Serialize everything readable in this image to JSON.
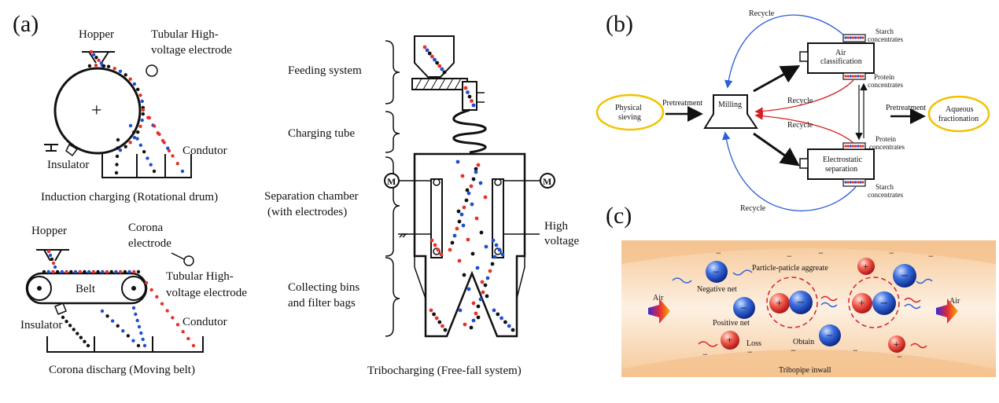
{
  "panel_a": {
    "letter": "(a)",
    "drum": {
      "hopper": "Hopper",
      "electrode_line1": "Tubular High-",
      "electrode_line2": "voltage electrode",
      "condutor": "Condutor",
      "insulator": "Insulator",
      "caption": "Induction charging (Rotational drum)"
    },
    "belt": {
      "hopper": "Hopper",
      "corona_line1": "Corona",
      "corona_line2": "electrode",
      "belt_label": "Belt",
      "electrode_line1": "Tubular High-",
      "electrode_line2": "voltage electrode",
      "insulator": "Insulator",
      "condutor": "Condutor",
      "caption": "Corona discharg (Moving belt)"
    },
    "tribo": {
      "feeding": "Feeding system",
      "charging": "Charging tube",
      "separation_line1": "Separation chamber",
      "separation_line2": "(with electrodes)",
      "collecting_line1": "Collecting bins",
      "collecting_line2": "and filter bags",
      "hv_line1": "High",
      "hv_line2": "voltage",
      "motor": "M",
      "caption": "Tribocharging (Free-fall system)"
    }
  },
  "panel_b": {
    "letter": "(b)",
    "physical_line1": "Physical",
    "physical_line2": "sieving",
    "pretreatment_left": "Pretreatment",
    "milling": "Milling",
    "air_line1": "Air",
    "air_line2": "classification",
    "electro_line1": "Electrostatic",
    "electro_line2": "separation",
    "starch_top_line1": "Starch",
    "starch_top_line2": "concentrates",
    "protein_top_line1": "Protein",
    "protein_top_line2": "concentrates",
    "protein_bottom_line1": "Protein",
    "protein_bottom_line2": "concentrates",
    "starch_bottom_line1": "Starch",
    "starch_bottom_line2": "concentrates",
    "recycle_top": "Recycle",
    "recycle_mid1": "Recycle",
    "recycle_mid2": "Recycle",
    "recycle_bottom": "Recycle",
    "pretreatment_right": "Pretreatment",
    "aqueous_line1": "Aqueous",
    "aqueous_line2": "fractionation"
  },
  "panel_c": {
    "letter": "(c)",
    "aggregate": "Particle-paticle aggreate",
    "negative_net": "Negative net",
    "positive_net": "Positive net",
    "loss": "Loss",
    "obtain": "Obtain",
    "air_left": "Air",
    "air_right": "Air",
    "inwall": "Tribopipe inwall",
    "plus": "+",
    "minus": "−"
  },
  "colors": {
    "red_particle": "#e8312a",
    "blue_particle": "#1f4fd1",
    "black_particle": "#111111",
    "yellow_outline": "#f2c200",
    "arrow_red": "#d62020",
    "arrow_blue": "#2d5fd8",
    "pipe_fill": "#f8d9b4"
  }
}
